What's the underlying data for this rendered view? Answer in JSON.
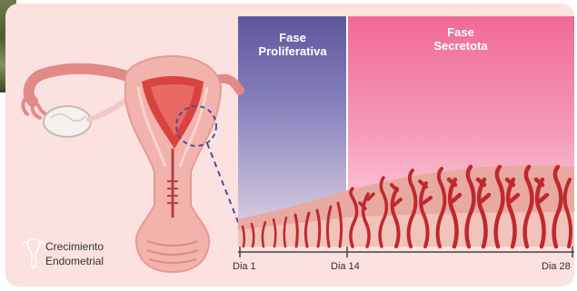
{
  "phases": {
    "proliferative": "Fase\nProliferativa",
    "secretory": "Fase\nSecretota"
  },
  "timeline": {
    "day1": "Dia 1",
    "day14": "Dia 14",
    "day28": "Dia 28"
  },
  "legend": {
    "label": "Crecimiento\nEndometrial",
    "icon": "uterus-outline-icon"
  },
  "colors": {
    "background": "#fbe1df",
    "proliferative": "#5b579d",
    "secretory": "#f06a96",
    "tissue": "#e8a9a0",
    "vessel": "#c0282d",
    "uterus": "#f2b3ad",
    "uterus_cavity": "#d9433f",
    "dashed": "#4b4f9a"
  }
}
